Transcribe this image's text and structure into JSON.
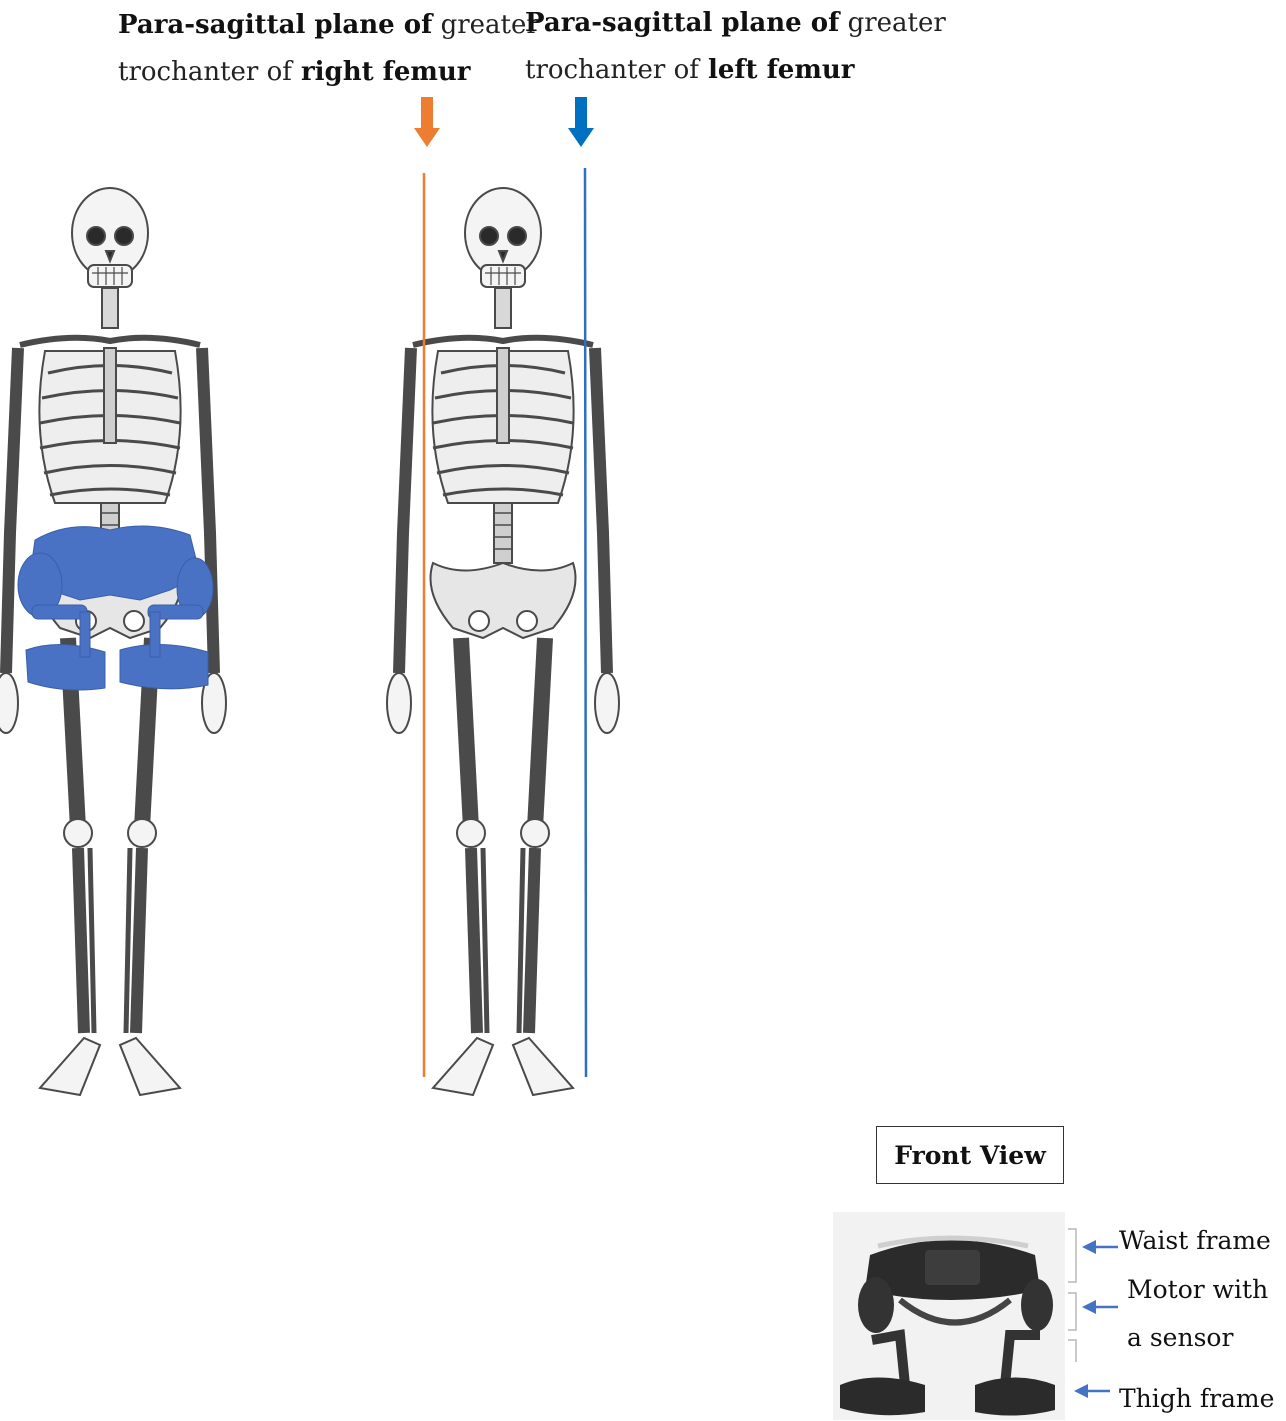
{
  "right_label": {
    "line1_a": "Para-sagittal plane of",
    "line1_b": " greater",
    "line2_a": "trochanter of",
    "line2_b": " right femur"
  },
  "left_label": {
    "line1_a": "Para-sagittal plane of",
    "line1_b": " greater",
    "line2_a": "trochanter of",
    "line2_b": " left femur"
  },
  "colors": {
    "right_plane": "#ed7d31",
    "left_plane": "#0070c0",
    "exoskeleton": "#4a72c4",
    "callout_arrow": "#4472c4"
  },
  "front_view": {
    "title": "Front View",
    "parts": {
      "waist_frame": "Waist frame",
      "motor_line1": "Motor with",
      "motor_line2": "a sensor",
      "thigh_frame": "Thigh frame"
    }
  }
}
